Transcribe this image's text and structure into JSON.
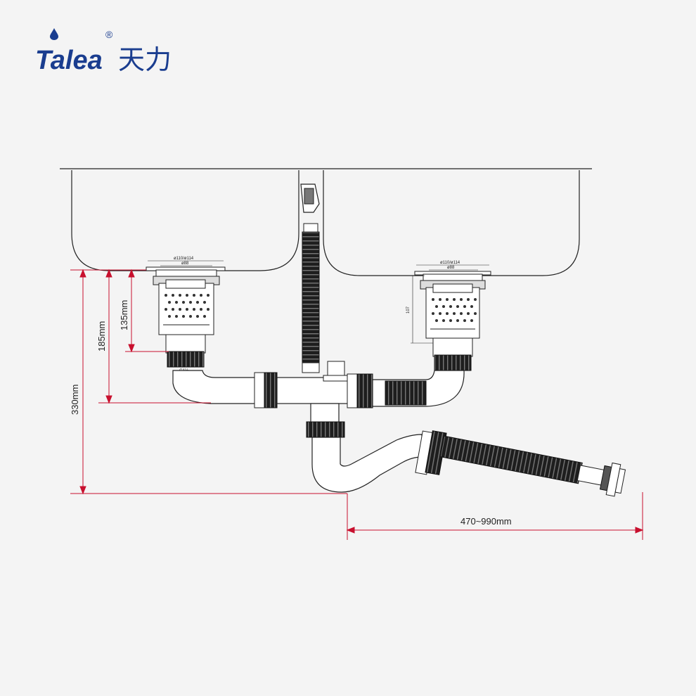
{
  "brand": {
    "logo_text": "Talea",
    "logo_registered": "®",
    "logo_cn": "天力",
    "color": "#1a3d8f"
  },
  "dimensions": {
    "height_330": "330mm",
    "height_185": "185mm",
    "height_135": "135mm",
    "length": "470~990mm",
    "left_strainer_top": "ø110/ø114",
    "left_strainer_inner": "ø88",
    "left_thread": "G1½",
    "right_strainer_top": "ø110/ø114",
    "right_strainer_inner": "ø88",
    "right_depth": "107"
  },
  "colors": {
    "dimension_line": "#c8102e",
    "drawing_line": "#222222",
    "background": "#f4f4f4"
  }
}
